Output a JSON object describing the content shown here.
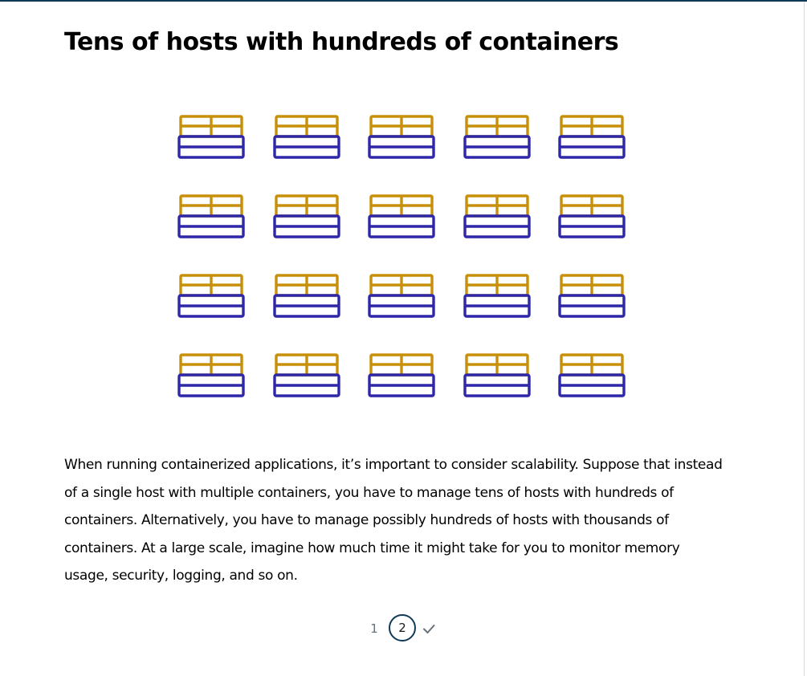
{
  "lesson": {
    "title": "Tens of hosts with hundreds of containers",
    "body": "When running containerized applications, it’s important to consider scalability. Suppose that instead of a single host with multiple containers, you have to manage tens of hosts with hundreds of containers. Alternatively, you have to manage possibly hundreds of hosts with thousands of containers. At a large scale, imagine how much time it might take for you to monitor memory usage, security, logging, and so on."
  },
  "illustration": {
    "icon": "host-with-containers-icon",
    "rows": 4,
    "columns": 5,
    "container_color": "#C8900A",
    "host_color": "#2E27A8"
  },
  "pagination": {
    "pages": [
      "1",
      "2"
    ],
    "current": "2",
    "complete_icon": "checkmark-icon"
  },
  "colors": {
    "accent": "#0F3A57",
    "text": "#000000",
    "muted": "#687078"
  }
}
